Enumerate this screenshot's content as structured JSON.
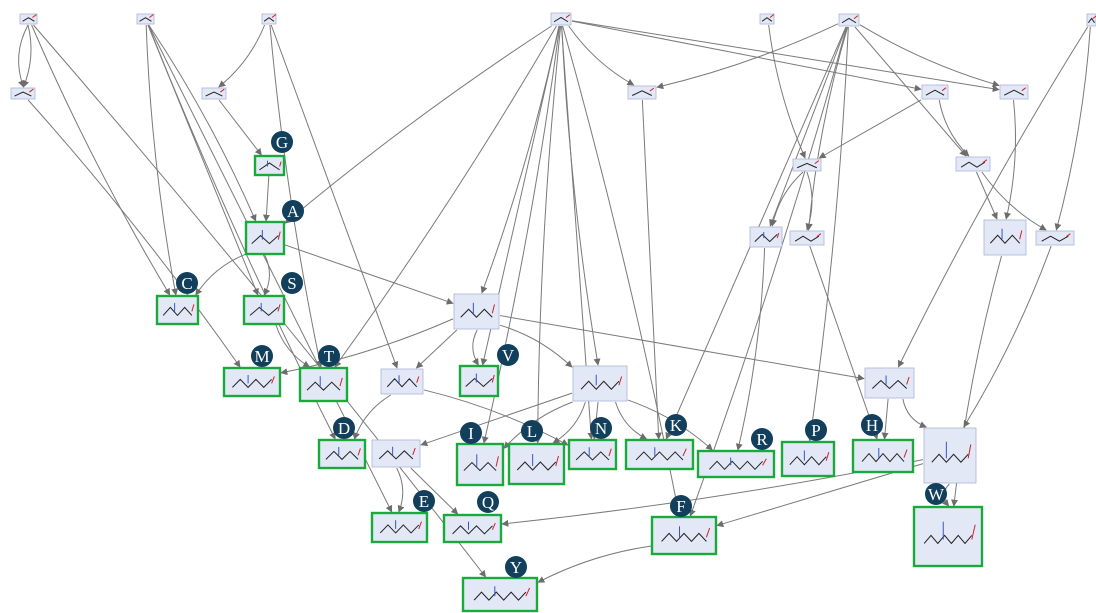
{
  "diagram": {
    "nodes": [
      {
        "id": "g",
        "badge": "G",
        "target": true
      },
      {
        "id": "a",
        "badge": "A",
        "target": true
      },
      {
        "id": "c",
        "badge": "C",
        "target": true
      },
      {
        "id": "s",
        "badge": "S",
        "target": true
      },
      {
        "id": "m",
        "badge": "M",
        "target": true
      },
      {
        "id": "t",
        "badge": "T",
        "target": true
      },
      {
        "id": "v",
        "badge": "V",
        "target": true
      },
      {
        "id": "d",
        "badge": "D",
        "target": true
      },
      {
        "id": "i",
        "badge": "I",
        "target": true
      },
      {
        "id": "l",
        "badge": "L",
        "target": true
      },
      {
        "id": "n",
        "badge": "N",
        "target": true
      },
      {
        "id": "k",
        "badge": "K",
        "target": true
      },
      {
        "id": "r",
        "badge": "R",
        "target": true
      },
      {
        "id": "p",
        "badge": "P",
        "target": true
      },
      {
        "id": "h",
        "badge": "H",
        "target": true
      },
      {
        "id": "e",
        "badge": "E",
        "target": true
      },
      {
        "id": "q",
        "badge": "Q",
        "target": true
      },
      {
        "id": "f",
        "badge": "F",
        "target": true
      },
      {
        "id": "w",
        "badge": "W",
        "target": true
      },
      {
        "id": "y",
        "badge": "Y",
        "target": true
      },
      {
        "id": "top1"
      },
      {
        "id": "top2"
      },
      {
        "id": "top3"
      },
      {
        "id": "top4"
      },
      {
        "id": "top5"
      },
      {
        "id": "top6"
      },
      {
        "id": "top7"
      },
      {
        "id": "m_left"
      },
      {
        "id": "m_mid"
      },
      {
        "id": "prop"
      },
      {
        "id": "but1"
      },
      {
        "id": "but2"
      },
      {
        "id": "m_allyl"
      },
      {
        "id": "m_pent"
      },
      {
        "id": "m_ibut"
      },
      {
        "id": "m_penta2"
      },
      {
        "id": "m_indole"
      },
      {
        "id": "m_hex"
      },
      {
        "id": "thr_pre"
      },
      {
        "id": "pent_center"
      },
      {
        "id": "hub_right"
      },
      {
        "id": "oxal"
      },
      {
        "id": "glu_pre"
      },
      {
        "id": "trp_pre"
      }
    ],
    "colors": {
      "target_border": "#1aaa3c",
      "badge": "#123f5c",
      "node_fill": "#e3e8f7",
      "edge": "#7a7a7a"
    }
  }
}
